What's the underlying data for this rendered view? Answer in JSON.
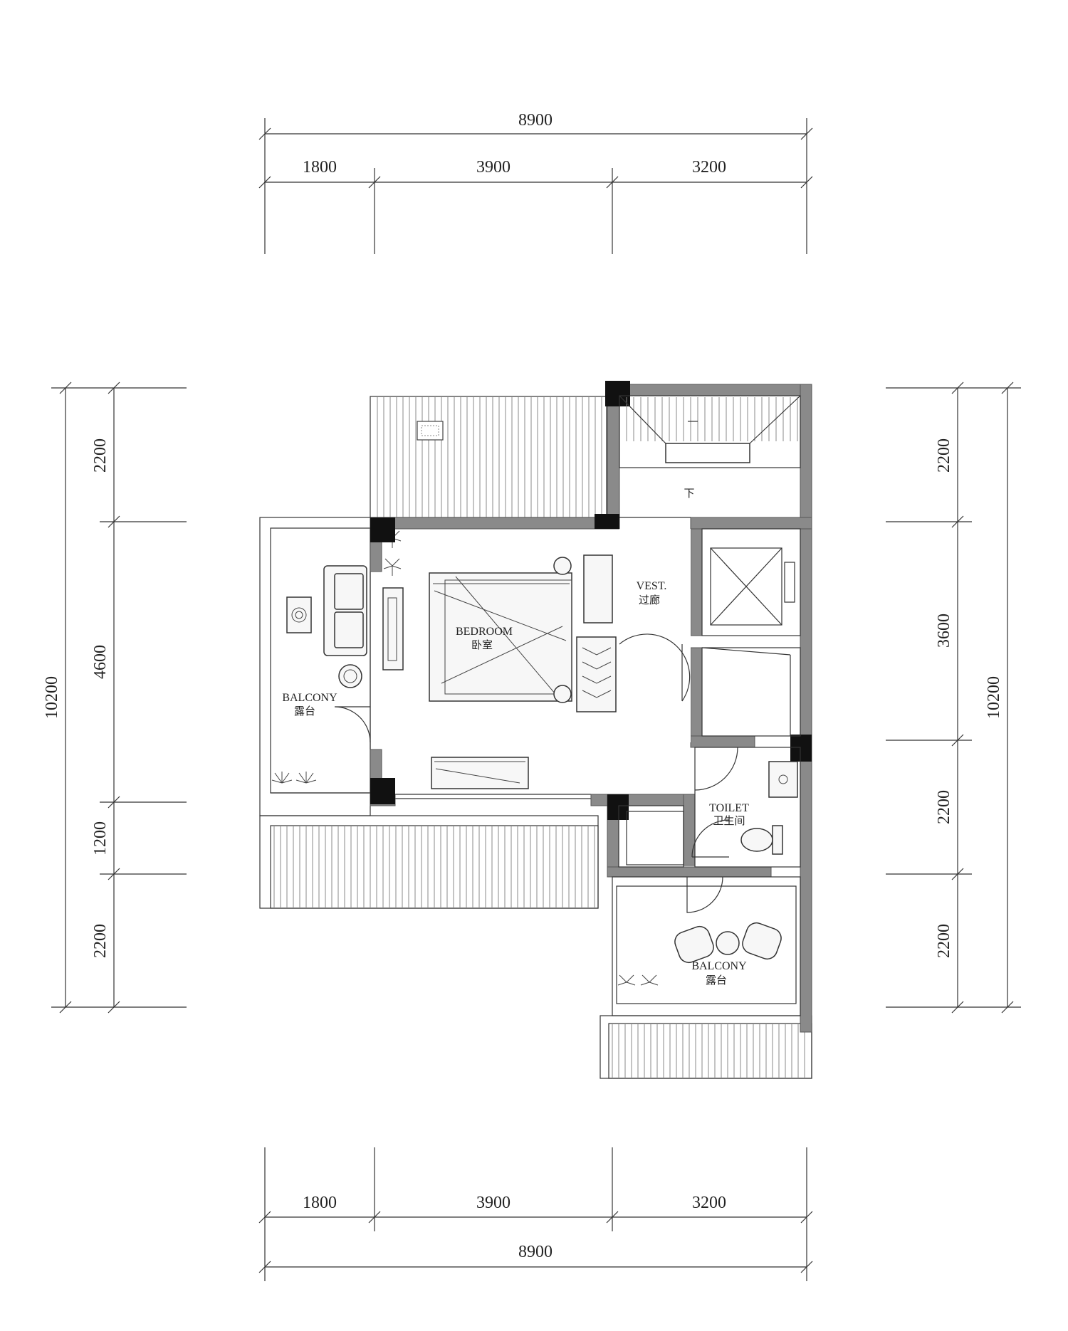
{
  "dimensions": {
    "top": {
      "total": "8900",
      "segments": [
        "1800",
        "3900",
        "3200"
      ]
    },
    "bottom": {
      "total": "8900",
      "segments": [
        "1800",
        "3900",
        "3200"
      ]
    },
    "left": {
      "total": "10200",
      "segments": [
        "2200",
        "4600",
        "1200",
        "2200"
      ]
    },
    "right": {
      "total": "10200",
      "segments": [
        "2200",
        "3600",
        "2200",
        "2200"
      ]
    }
  },
  "rooms": {
    "bedroom": {
      "en": "BEDROOM",
      "cn": "卧室"
    },
    "vestibule": {
      "en": "VEST.",
      "cn": "过廊"
    },
    "balcony_left": {
      "en": "BALCONY",
      "cn": "露台"
    },
    "toilet": {
      "en": "TOILET",
      "cn": "卫生间"
    },
    "balcony_right": {
      "en": "BALCONY",
      "cn": "露台"
    }
  },
  "stair_label": "下",
  "colors": {
    "wall": "#8a8a8a",
    "column": "#111111",
    "line": "#333333"
  }
}
